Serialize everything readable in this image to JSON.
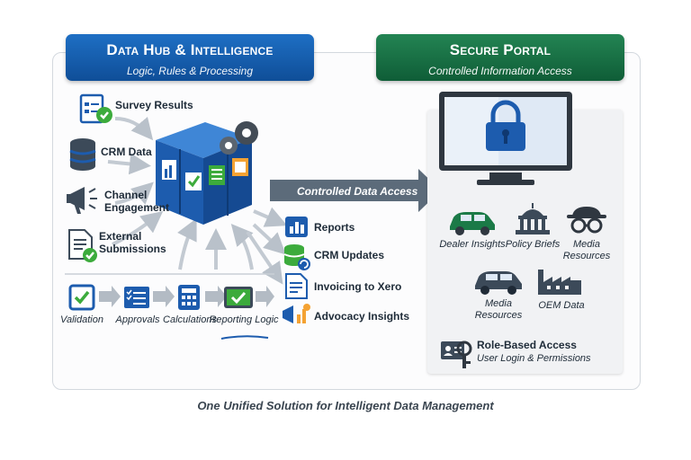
{
  "hub": {
    "title": "Data Hub & Intelligence",
    "subtitle": "Logic, Rules & Processing"
  },
  "portal": {
    "title": "Secure Portal",
    "subtitle": "Controlled Information Access"
  },
  "inputs": [
    {
      "label": "Survey Results",
      "icon": "clipboard-check-icon"
    },
    {
      "label": "CRM Data",
      "icon": "database-icon"
    },
    {
      "label": "Channel Engagement",
      "icon": "megaphone-icon"
    },
    {
      "label": "External Submissions",
      "icon": "document-check-icon"
    }
  ],
  "outputs": [
    {
      "label": "Reports",
      "icon": "bar-chart-icon"
    },
    {
      "label": "CRM Updates",
      "icon": "database-sync-icon"
    },
    {
      "label": "Invoicing to Xero",
      "icon": "invoice-icon"
    },
    {
      "label": "Advocacy Insights",
      "icon": "megaphone-chart-icon"
    }
  ],
  "process": [
    {
      "label": "Validation",
      "icon": "checkbox-icon"
    },
    {
      "label": "Approvals",
      "icon": "approval-list-icon"
    },
    {
      "label": "Calculations",
      "icon": "calculator-icon"
    },
    {
      "label": "Reporting Logic",
      "icon": "check-screen-icon"
    }
  ],
  "access_arrow": "Controlled Data Access",
  "audiences": [
    {
      "label": "Dealer Insights",
      "icon": "car-icon"
    },
    {
      "label": "Policy Briefs",
      "icon": "capitol-icon"
    },
    {
      "label": "Media Resources",
      "icon": "spy-icon"
    },
    {
      "label": "Media Resources",
      "icon": "car-icon"
    },
    {
      "label": "OEM Data",
      "icon": "factory-icon"
    }
  ],
  "access": {
    "title": "Role-Based Access",
    "subtitle": "User Login & Permissions"
  },
  "footer": "One Unified Solution for Intelligent Data Management",
  "colors": {
    "hub_blue": "#1565c0",
    "portal_green": "#1b7a47",
    "accent_green": "#3cab3c"
  }
}
